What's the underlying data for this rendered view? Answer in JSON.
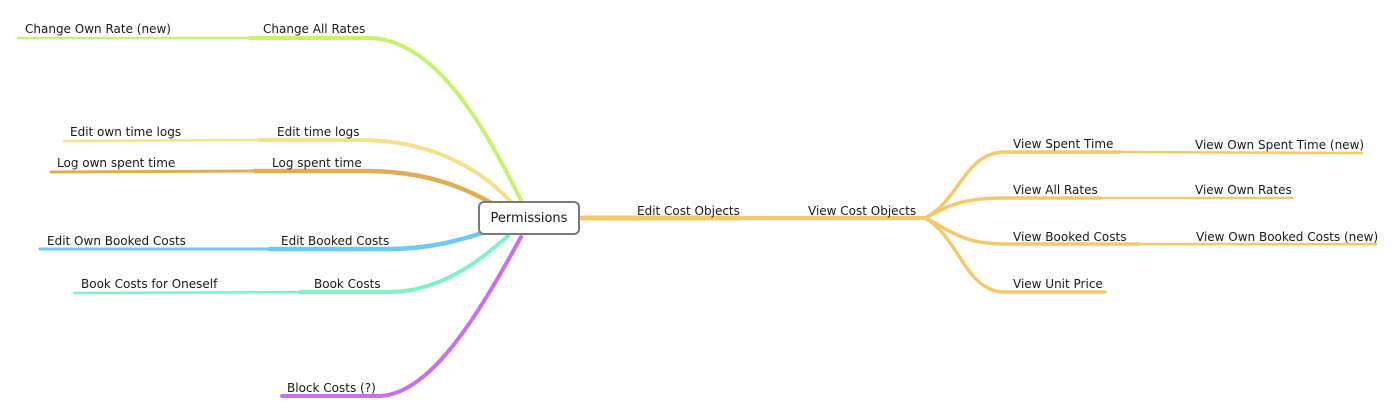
{
  "mindmap": {
    "root": "Permissions",
    "colors": {
      "lime": "#c6f26e",
      "yellow": "#f6e08a",
      "tan": "#deaf52",
      "blue": "#6ec9f4",
      "mint": "#7ff2c6",
      "purple": "#c970f0",
      "orange": "#f5c96a"
    },
    "left": {
      "change_all_rates": "Change All Rates",
      "change_own_rate": "Change Own Rate (new)",
      "edit_time_logs": "Edit time logs",
      "edit_own_time_logs": "Edit own time logs",
      "log_spent_time": "Log spent time",
      "log_own_spent_time": "Log own spent time",
      "edit_booked_costs": "Edit Booked Costs",
      "edit_own_booked_costs": "Edit Own Booked Costs",
      "book_costs": "Book Costs",
      "book_costs_oneself": "Book Costs for Oneself",
      "block_costs": "Block Costs (?)"
    },
    "right": {
      "edit_cost_objects": "Edit Cost Objects",
      "view_cost_objects": "View Cost Objects",
      "view_spent_time": "View Spent Time",
      "view_own_spent_time": "View Own Spent Time (new)",
      "view_all_rates": "View All Rates",
      "view_own_rates": "View Own Rates",
      "view_booked_costs": "View Booked Costs",
      "view_own_booked_costs": "View Own Booked Costs (new)",
      "view_unit_price": "View Unit Price"
    }
  }
}
